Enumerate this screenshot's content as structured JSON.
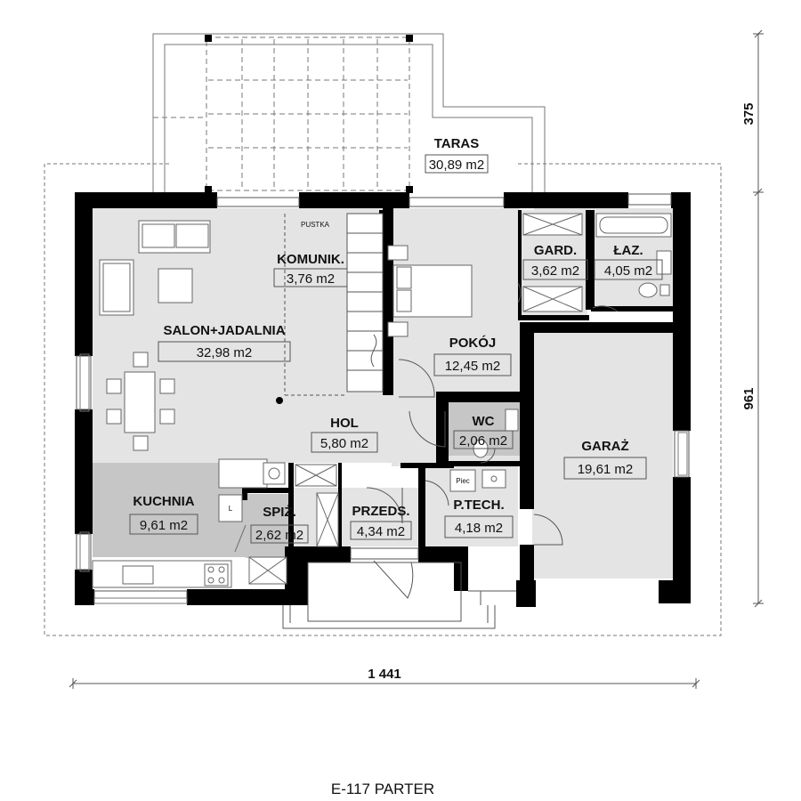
{
  "plan": {
    "caption": "E-117 PARTER",
    "dimensions": {
      "width": "1 441",
      "depth": "961",
      "terrace_depth": "375"
    },
    "labels": {
      "pustka": "PUSTKA",
      "piec": "Piec",
      "l": "L"
    },
    "rooms": [
      {
        "id": "taras",
        "name": "TARAS",
        "area": "30,89 m2"
      },
      {
        "id": "komunik",
        "name": "KOMUNIK.",
        "area": "3,76 m2"
      },
      {
        "id": "salon",
        "name": "SALON+JADALNIA",
        "area": "32,98 m2"
      },
      {
        "id": "pokoj",
        "name": "POKÓJ",
        "area": "12,45 m2"
      },
      {
        "id": "gard",
        "name": "GARD.",
        "area": "3,62 m2"
      },
      {
        "id": "laz",
        "name": "ŁAZ.",
        "area": "4,05 m2"
      },
      {
        "id": "hol",
        "name": "HOL",
        "area": "5,80 m2"
      },
      {
        "id": "wc",
        "name": "WC",
        "area": "2,06 m2"
      },
      {
        "id": "garaz",
        "name": "GARAŻ",
        "area": "19,61 m2"
      },
      {
        "id": "kuchnia",
        "name": "KUCHNIA",
        "area": "9,61 m2"
      },
      {
        "id": "spiz",
        "name": "SPIŻ.",
        "area": "2,62 m2"
      },
      {
        "id": "przeds",
        "name": "PRZEDS.",
        "area": "4,34 m2"
      },
      {
        "id": "ptech",
        "name": "P.TECH.",
        "area": "4,18 m2"
      }
    ],
    "colors": {
      "floor": "#e4e4e4",
      "kitchen_floor": "#c6c6c6",
      "wall": "#000000",
      "line": "#555555"
    }
  }
}
